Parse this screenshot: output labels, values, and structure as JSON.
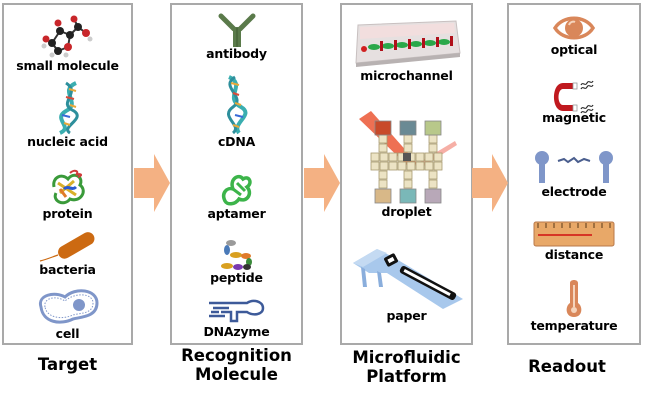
{
  "columns": [
    {
      "title_lines": [
        "Target"
      ],
      "items": [
        {
          "label": "small molecule",
          "icon": "molecule-icon"
        },
        {
          "label": "nucleic acid",
          "icon": "dna-helix-icon"
        },
        {
          "label": "protein",
          "icon": "protein-icon"
        },
        {
          "label": "bacteria",
          "icon": "bacteria-icon"
        },
        {
          "label": "cell",
          "icon": "cell-icon"
        }
      ]
    },
    {
      "title_lines": [
        "Recognition",
        "Molecule"
      ],
      "items": [
        {
          "label": "antibody",
          "icon": "antibody-icon"
        },
        {
          "label": "cDNA",
          "icon": "dna-helix-icon"
        },
        {
          "label": "aptamer",
          "icon": "aptamer-icon"
        },
        {
          "label": "peptide",
          "icon": "peptide-icon"
        },
        {
          "label": "DNAzyme",
          "icon": "dnazyme-icon"
        }
      ]
    },
    {
      "title_lines": [
        "Microfluidic",
        "Platform"
      ],
      "items": [
        {
          "label": "microchannel",
          "icon": "microchannel-chip-icon"
        },
        {
          "label": "droplet",
          "icon": "droplet-array-icon"
        },
        {
          "label": "paper",
          "icon": "paper-device-icon"
        }
      ]
    },
    {
      "title_lines": [
        "Readout"
      ],
      "items": [
        {
          "label": "optical",
          "icon": "eye-icon"
        },
        {
          "label": "magnetic",
          "icon": "magnet-icon"
        },
        {
          "label": "electrode",
          "icon": "electrode-icon"
        },
        {
          "label": "distance",
          "icon": "ruler-icon"
        },
        {
          "label": "temperature",
          "icon": "thermometer-icon"
        }
      ]
    }
  ],
  "colors": {
    "arrow": "#f4b183",
    "panel_border": "#a9a9a9",
    "antibody": "#5a7a4a",
    "aptamer": "#3cb44a",
    "dnazyme": "#3d5a99",
    "eye": "#d9875a",
    "magnet": "#c0191f",
    "electrode": "#7f96c9",
    "ruler": "#e8a868",
    "thermometer": "#d9875a",
    "cell": "#7f96c9",
    "bacteria": "#cc6a12"
  }
}
